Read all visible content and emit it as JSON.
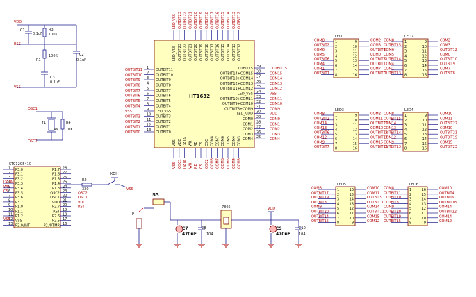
{
  "power": {
    "vdd": "VDD",
    "vss": "VSS",
    "rss": "RSS"
  },
  "reset_circuit": {
    "c1": "C1",
    "c1v": "0.1uF",
    "r3": "R3",
    "r3v": "100K",
    "r1": "R1",
    "r1v": "100K",
    "c3": "C3",
    "c3v": "0.1uF",
    "c2": "C2",
    "c2v": "0.1uF"
  },
  "osc": {
    "osc1": "OSC1",
    "osc2": "OSC2",
    "y1v": "4M",
    "r4": "R4",
    "r4v": "10K"
  },
  "ht1632": {
    "name": "HT1632",
    "left_pins": [
      "OUTBIT11",
      "OUTBIT10",
      "OUTBIT9",
      "OUTBIT8",
      "OUTBIT7",
      "OUTBIT6",
      "OUTBIT5",
      "OUTBIT4",
      "LED_VSS",
      "OUTBIT3",
      "OUTBIT2",
      "OUTBIT1",
      "OUTBIT0"
    ],
    "left_nets": [
      "OUTBIT11",
      "OUTBIT10",
      "OUTBIT9",
      "OUTBIT8",
      "OUTBIT7",
      "OUTBIT6",
      "OUTBIT5",
      "OUTBIT4",
      "VSS",
      "OUTBIT3",
      "OUTBIT2",
      "OUTBIT1",
      "OUTBIT0"
    ],
    "left_nums": [
      "1",
      "2",
      "3",
      "4",
      "5",
      "6",
      "7",
      "8",
      "9",
      "10",
      "11",
      "12",
      "13"
    ],
    "right_pins": [
      "OUTBIT15",
      "OUTBIT14+COM15",
      "OUTBIT13+COM14",
      "OUTBIT12+COM13",
      "OUTBIT11+COM12",
      "LED_VSS",
      "OUTBIT10+COM11",
      "OUTBIT9+COM10",
      "OUTBIT8+COM9",
      "LED_VDD",
      "COM0",
      "COM1",
      "COM2",
      "COM3",
      "COM4"
    ],
    "right_nets": [
      "OUTBIT15",
      "COM15",
      "COM14",
      "COM13",
      "COM12",
      "VSS",
      "COM11",
      "COM10",
      "COM9",
      "VDD",
      "COM0",
      "COM1",
      "COM2",
      "COM3",
      "COM4"
    ],
    "right_nums": [
      "39",
      "38",
      "37",
      "36",
      "35",
      "34",
      "33",
      "32",
      "31",
      "30",
      "29",
      "28",
      "27",
      "26",
      "25"
    ],
    "top_pins": [
      "LED_VSS",
      "OUTBIT23",
      "OUTBIT22",
      "OUTBIT21",
      "OUTBIT20",
      "OUTBIT19",
      "OUTBIT18",
      "OUTBIT17",
      "OUTBIT16",
      "OUTBIT15",
      "OUTBIT14",
      "OUTBIT13",
      "OUTBIT12"
    ],
    "bottom_pins": [
      "VSS",
      "VDD",
      "DATA",
      "WR",
      "RD",
      "CS",
      "OSC",
      "COM8",
      "COM7",
      "COM6",
      "COM5",
      "COM4",
      "COM3"
    ],
    "bottom_nets": [
      "VSS",
      "OSC1",
      "DATA",
      "WR",
      "RD",
      "CS",
      "OSC2",
      "COM8",
      "COM7",
      "COM6",
      "COM5",
      "COM4",
      "COM3"
    ]
  },
  "leds": [
    {
      "name": "LED1",
      "left": [
        "COM8",
        "OUTBIT2",
        "COM6",
        "COM5",
        "OUTBIT6",
        "COM4",
        "COM1",
        "OUTBIT7"
      ],
      "right": [
        "COM2",
        "COM3",
        "OUTBIT4",
        "COM0",
        "OUTBIT5",
        "OUTBIT1",
        "COM7",
        "OUTBIT0"
      ],
      "lnum": [
        "1",
        "2",
        "3",
        "4",
        "5",
        "6",
        "7",
        "8"
      ],
      "rnum": [
        "9",
        "10",
        "11",
        "12",
        "13",
        "14",
        "15",
        "16"
      ]
    },
    {
      "name": "LED2",
      "left": [
        "COM8",
        "OUTBIT15",
        "COM6",
        "COM5",
        "OUTBIT14",
        "COM4",
        "COM1",
        "OUTBIT13"
      ],
      "right": [
        "COM2",
        "COM3",
        "OUTBIT12",
        "COM0",
        "OUTBIT10",
        "OUTBIT9",
        "COM7",
        "OUTBIT8"
      ],
      "lnum": [
        "1",
        "2",
        "3",
        "4",
        "5",
        "6",
        "7",
        "8"
      ],
      "rnum": [
        "9",
        "10",
        "11",
        "12",
        "13",
        "14",
        "15",
        "16"
      ]
    },
    {
      "name": "LED3",
      "left": [
        "COM8",
        "OUTBIT2",
        "COM14",
        "COM13",
        "OUTBIT6",
        "COM12",
        "COM9",
        "OUTBIT7"
      ],
      "right": [
        "COM2",
        "COM11",
        "OUTBIT20",
        "COM10",
        "OUTBIT18",
        "OUTBIT17",
        "COM15",
        "OUTBIT16"
      ],
      "lnum": [
        "1",
        "2",
        "3",
        "4",
        "5",
        "6",
        "7",
        "8"
      ],
      "rnum": [
        "9",
        "10",
        "11",
        "12",
        "13",
        "14",
        "15",
        "16"
      ]
    },
    {
      "name": "LED4",
      "left": [
        "COM8",
        "OUTBIT15",
        "COM14",
        "COM13",
        "OUTBIT14",
        "COM12",
        "COM9",
        "OUTBIT13"
      ],
      "right": [
        "COM10",
        "COM11",
        "OUTBIT22",
        "COM10",
        "OUTBIT21",
        "OUTBIT19",
        "COM15",
        "OUTBIT23"
      ],
      "lnum": [
        "1",
        "2",
        "3",
        "4",
        "5",
        "6",
        "7",
        "8"
      ],
      "rnum": [
        "9",
        "10",
        "11",
        "12",
        "13",
        "14",
        "15",
        "16"
      ]
    },
    {
      "name": "LED5",
      "left": [
        "COM8",
        "OUTBIT17",
        "OUTBIT19",
        "OUTBIT3",
        "COM9",
        "OUTBIT20",
        "OUTBIT14",
        "OUTBIT15"
      ],
      "right": [
        "COM10",
        "COM11",
        "OUTBIT5",
        "OUTBIT10",
        "COM14",
        "OUTBIT11",
        "COM15",
        "COM12"
      ],
      "lnum": [
        "1",
        "2",
        "3",
        "4",
        "5",
        "6",
        "7",
        "8"
      ],
      "rnum": [
        "16",
        "15",
        "14",
        "13",
        "12",
        "11",
        "10",
        "9"
      ]
    },
    {
      "name": "LED6",
      "left": [
        "COM8",
        "OUTBIT11",
        "OUTBIT10",
        "OUTBIT3",
        "COM9",
        "OUTBIT20",
        "OUTBIT19",
        "OUTBIT15"
      ],
      "right": [
        "COM10",
        "OUTBIT4",
        "OUTBIT9",
        "OUTBIT18",
        "COM14",
        "OUTBIT12",
        "COM14",
        "COM12"
      ],
      "lnum": [
        "1",
        "2",
        "3",
        "4",
        "5",
        "6",
        "7",
        "8"
      ],
      "rnum": [
        "16",
        "15",
        "14",
        "13",
        "12",
        "11",
        "10",
        "9"
      ]
    }
  ],
  "mcu": {
    "name": "STC12C5410",
    "left": [
      "P3.0",
      "P3.1",
      "P3.2",
      "P3.3",
      "P3.4",
      "P3.5",
      "P3.6",
      "P3.7",
      "P1.0",
      "P1.1",
      "P1.2",
      "VSS",
      "P2.0/INT"
    ],
    "lnum": [
      "1",
      "2",
      "3",
      "4",
      "5",
      "6",
      "7",
      "8",
      "9",
      "10",
      "11",
      "12",
      "13"
    ],
    "right": [
      "P1.7",
      "P1.6",
      "P1.5",
      "P1.4",
      "P1.3",
      "OSC2",
      "OSC1",
      "VDD",
      "P2.7",
      "RST",
      "P2.6",
      "P2.5",
      "P2.4/TMR"
    ],
    "rnum": [
      "28",
      "27",
      "26",
      "25",
      "24",
      "23",
      "22",
      "21",
      "20",
      "19",
      "18",
      "17",
      "16"
    ],
    "lnets": [
      "DATA",
      "WR",
      "CS",
      "",
      "",
      "",
      "",
      "VSS"
    ],
    "rnets": [
      "OSC2",
      "OSC1",
      "VDD",
      "RST"
    ]
  },
  "key": {
    "r": "R2",
    "rv": "330",
    "name": "KEY",
    "net": "VSS"
  },
  "power_section": {
    "s": "S3",
    "p": "P",
    "c7": "C7",
    "c7v": "470uF",
    "c8": "C8",
    "c8v": "104",
    "reg": "7805",
    "vdd": "VDD",
    "c9": "C9",
    "c9v": "470uF",
    "c10": "C10",
    "c10v": "104"
  }
}
